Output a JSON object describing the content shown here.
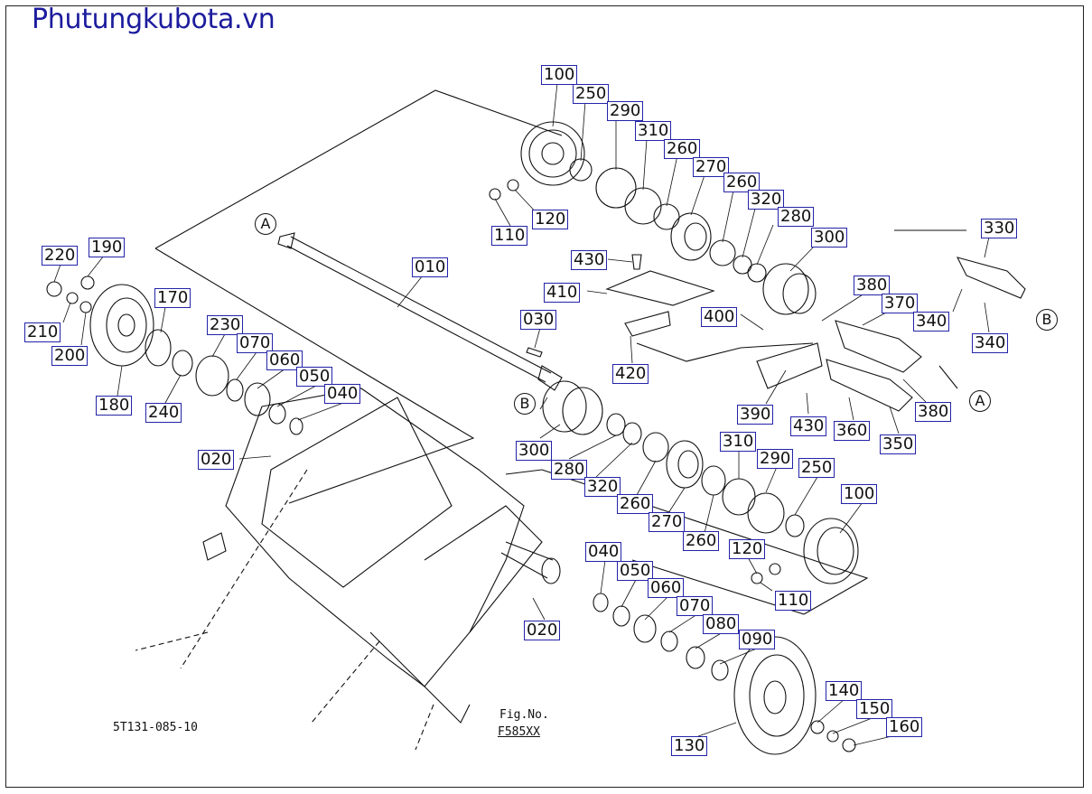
{
  "header": {
    "site_title": "Phutungkubota.vn"
  },
  "figure": {
    "drawing_code": "5T131-085-10",
    "fig_no_label": "Fig.No.",
    "fig_no_value": "F585XX"
  },
  "markers": {
    "a": "A",
    "b": "B"
  },
  "callouts": {
    "c100_top": "100",
    "c250_top": "250",
    "c290_top": "290",
    "c310_top": "310",
    "c260_top1": "260",
    "c270_top": "270",
    "c260_top2": "260",
    "c320_top": "320",
    "c280_top": "280",
    "c300_top": "300",
    "c330": "330",
    "c110_top": "110",
    "c120_top": "120",
    "c010": "010",
    "c430_top": "430",
    "c410": "410",
    "c030": "030",
    "c420": "420",
    "c400": "400",
    "c380_top": "380",
    "c370": "370",
    "c340_left": "340",
    "c340_right": "340",
    "c390": "390",
    "c430_mid": "430",
    "c360": "360",
    "c350": "350",
    "c380_bottom": "380",
    "c220": "220",
    "c190": "190",
    "c170": "170",
    "c210": "210",
    "c200": "200",
    "c230": "230",
    "c070_left": "070",
    "c060_left": "060",
    "c050_left": "050",
    "c040_left": "040",
    "c180": "180",
    "c240": "240",
    "c020_left": "020",
    "c300_mid": "300",
    "c280_mid": "280",
    "c320_mid": "320",
    "c260_mid1": "260",
    "c270_mid": "270",
    "c310_mid": "310",
    "c290_mid": "290",
    "c250_mid": "250",
    "c260_mid2": "260",
    "c100_mid": "100",
    "c120_mid": "120",
    "c110_mid": "110",
    "c040_right": "040",
    "c050_right": "050",
    "c060_right": "060",
    "c070_right": "070",
    "c080": "080",
    "c090": "090",
    "c020_right": "020",
    "c130": "130",
    "c140": "140",
    "c150": "150",
    "c160": "160"
  },
  "colors": {
    "label_border": "#2323a8",
    "title": "#1c1c9e",
    "line": "#111111"
  }
}
